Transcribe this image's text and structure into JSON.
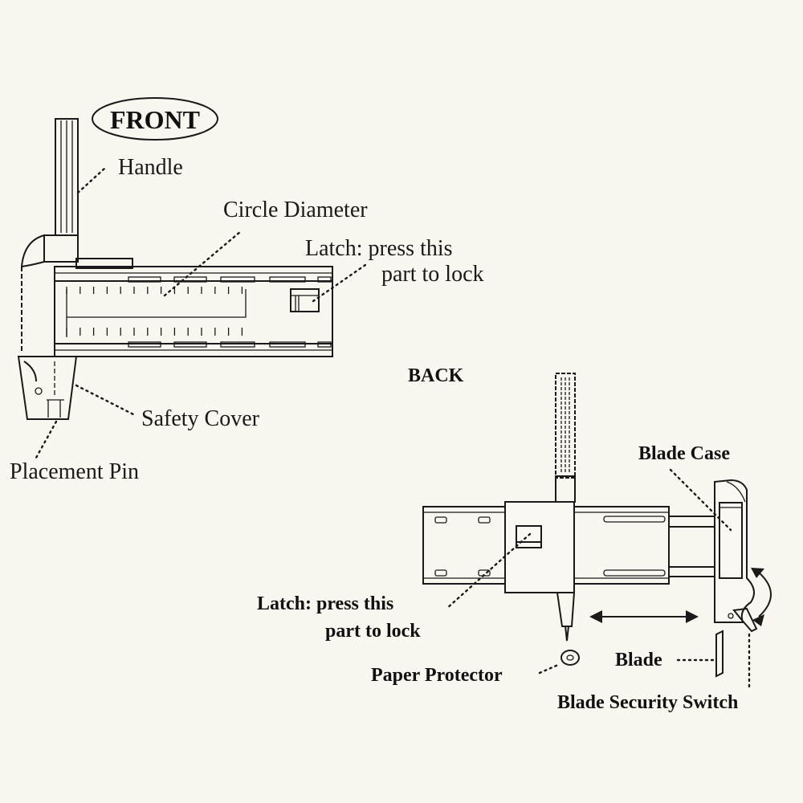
{
  "front": {
    "title": "FRONT",
    "labels": {
      "handle": "Handle",
      "circle_diameter": "Circle Diameter",
      "latch_line1": "Latch: press this",
      "latch_line2": "part to lock",
      "safety_cover": "Safety Cover",
      "placement_pin": "Placement Pin"
    }
  },
  "back": {
    "title": "BACK",
    "labels": {
      "blade_case": "Blade Case",
      "latch_line1": "Latch: press this",
      "latch_line2": "part to lock",
      "paper_protector": "Paper Protector",
      "blade": "Blade",
      "blade_security_switch": "Blade Security Switch"
    }
  },
  "colors": {
    "background": "#faf6f0",
    "ink": "#1a1a1a"
  }
}
